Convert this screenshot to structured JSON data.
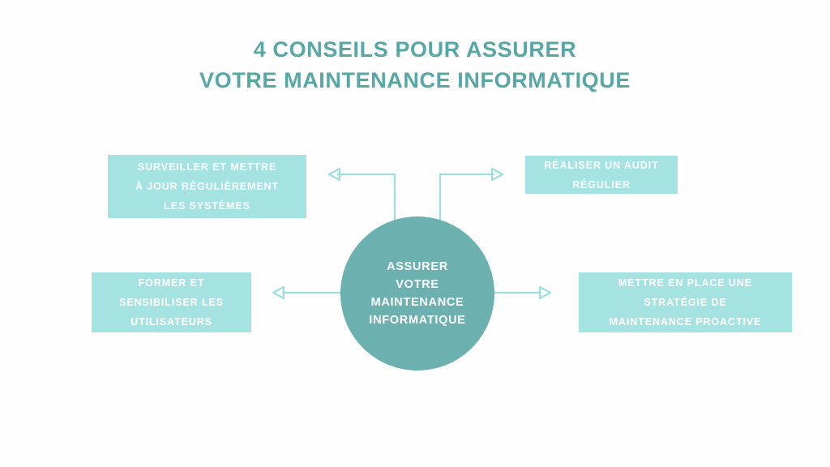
{
  "title": {
    "line1": "4 CONSEILS POUR ASSURER",
    "line2": "VOTRE MAINTENANCE INFORMATIQUE",
    "color": "#57a7a7"
  },
  "center": {
    "lines": [
      "ASSURER",
      "VOTRE",
      "MAINTENANCE",
      "INFORMATIQUE"
    ],
    "fill_color": "#6cb0b0",
    "text_color": "#ffffff"
  },
  "tips": [
    {
      "id": "top-left",
      "lines": [
        "SURVEILLER ET METTRE",
        "À JOUR RÉGULIÈREMENT",
        "LES SYSTÈMES"
      ],
      "fill_color": "#a5e3e3",
      "text_color": "#ffffff"
    },
    {
      "id": "top-right",
      "lines": [
        "RÉALISER UN AUDIT",
        "RÉGULIER"
      ],
      "fill_color": "#a5e3e3",
      "text_color": "#ffffff"
    },
    {
      "id": "bottom-left",
      "lines": [
        "FORMER ET",
        "SENSIBILISER LES",
        "UTILISATEURS"
      ],
      "fill_color": "#a5e3e3",
      "text_color": "#ffffff"
    },
    {
      "id": "bottom-right",
      "lines": [
        "METTRE EN PLACE UNE",
        "STRATÉGIE DE",
        "MAINTENANCE PROACTIVE"
      ],
      "fill_color": "#a5e3e3",
      "text_color": "#ffffff"
    }
  ],
  "connectors": {
    "line_color": "#9fdede",
    "arrowhead_style": "hollow-triangle",
    "count": 4
  },
  "background_color": "#fefefe"
}
